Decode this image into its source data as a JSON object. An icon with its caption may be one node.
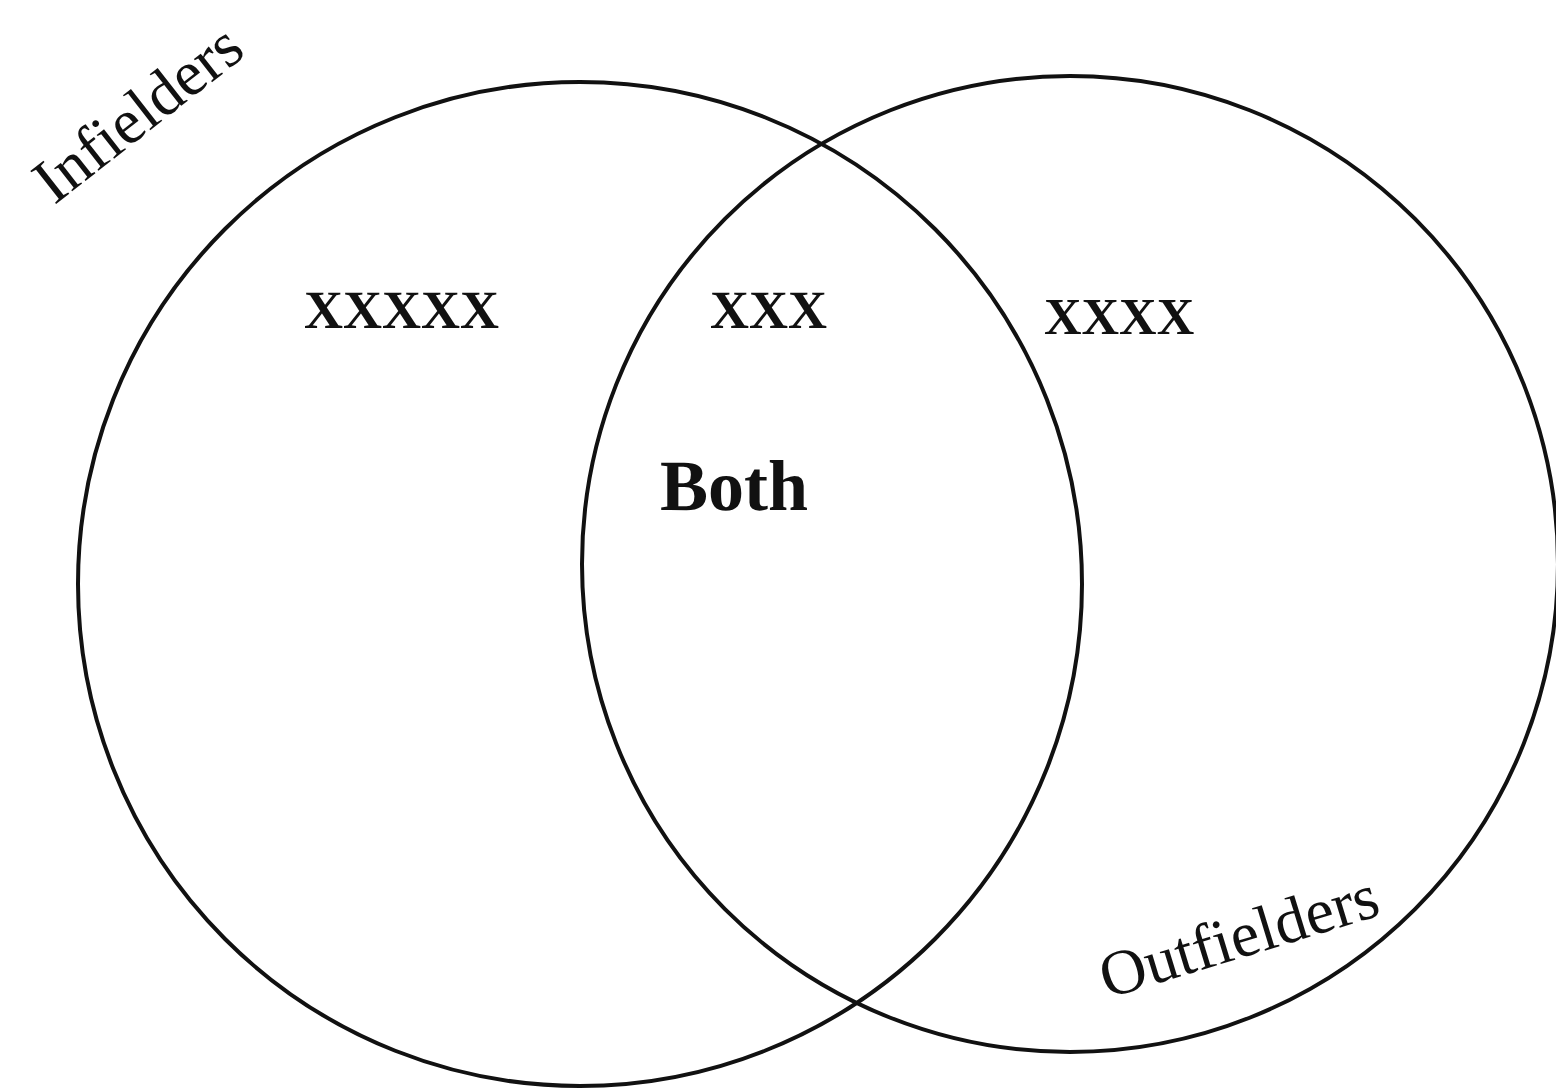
{
  "diagram": {
    "nodes": [
      {
        "text": [
          "Infielders",
          "XXXXX"
        ]
      },
      {
        "text": [
          "Outfielders",
          "XXXX"
        ]
      }
    ],
    "labels": [
      "XXX",
      "Both"
    ]
  }
}
